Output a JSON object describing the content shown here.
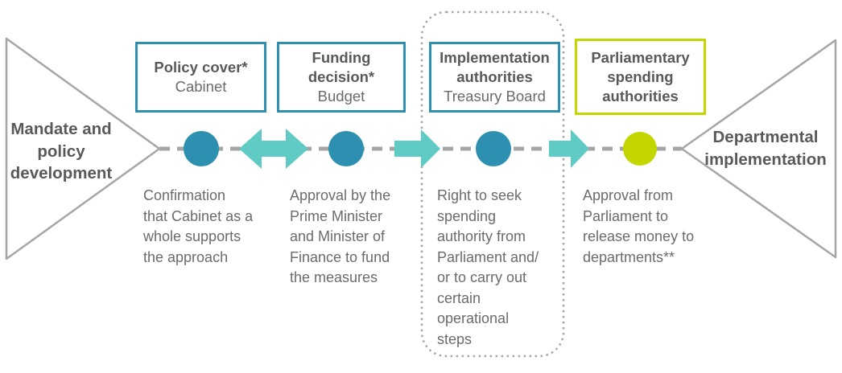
{
  "colors": {
    "teal_dark": "#2E90B0",
    "teal_light": "#5FCBC4",
    "yellow_green": "#C4D600",
    "gray_line": "#A6A6A6",
    "text_dark": "#595959",
    "text_gray": "#6B6B6B"
  },
  "left_triangle": {
    "label": "Mandate and\npolicy\ndevelopment"
  },
  "right_triangle": {
    "label": "Departmental\nimplementation"
  },
  "stages": [
    {
      "box_title": "Policy cover*",
      "box_subtitle": "Cabinet",
      "description": "Confirmation\nthat Cabinet as a\nwhole supports\nthe approach"
    },
    {
      "box_title": "Funding\ndecision*",
      "box_subtitle": "Budget",
      "description": "Approval by the\nPrime Minister\nand Minister of\nFinance to fund\nthe measures"
    },
    {
      "box_title": "Implementation\nauthorities",
      "box_subtitle": "Treasury Board",
      "description": "Right to seek\nspending\nauthority from\nParliament and/\nor to carry out\ncertain\noperational\nsteps"
    },
    {
      "box_title": "Parliamentary\nspending\nauthorities",
      "box_subtitle": "",
      "description": "Approval from\nParliament to\nrelease money to\ndepartments**"
    }
  ]
}
